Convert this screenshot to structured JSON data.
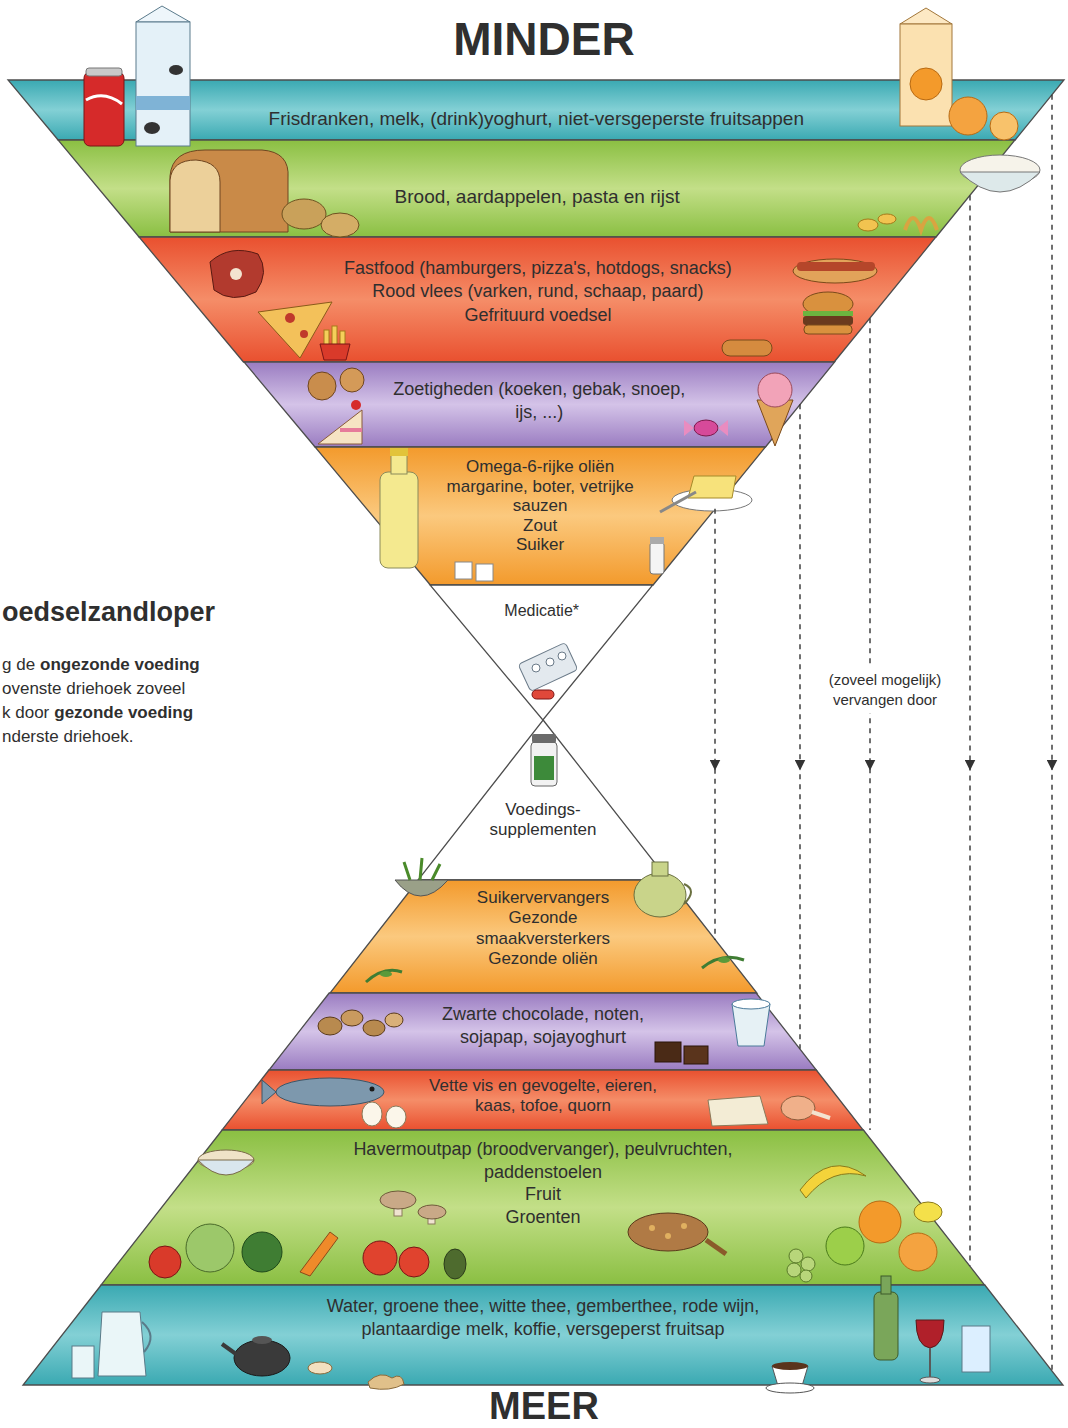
{
  "diagram": {
    "nodes": [
      {
        "text": [
          "Frisdranken, melk, (drink)yoghurt, niet-versgeperste fruitsappen"
        ]
      },
      {
        "text": [
          "Brood, aardappelen, pasta en rijst"
        ]
      },
      {
        "text": [
          "Fastfood (hamburgers, pizza's, hotdogs, snacks)",
          "Rood vlees (varken, rund, schaap, paard)",
          "Gefrituurd voedsel"
        ]
      },
      {
        "text": [
          "Zoetigheden (koeken, gebak, snoep, ijs, ...)"
        ]
      },
      {
        "text": [
          "Omega-6-rijke oliën margarine, boter, vetrijke sauzen",
          "Zout",
          "Suiker"
        ]
      },
      {
        "text": [
          "Medicatie*"
        ]
      },
      {
        "text": [
          "Voedings- supplementen"
        ]
      },
      {
        "text": [
          "Suikervervangers",
          "Gezonde smaakversterkers",
          "Gezonde oliën"
        ]
      },
      {
        "text": [
          "Zwarte chocolade, noten, sojapap, sojayoghurt"
        ]
      },
      {
        "text": [
          "Vette vis en gevogelte, eieren, kaas, tofoe, quorn"
        ]
      },
      {
        "text": [
          "Havermoutpap (broodvervanger), peulvruchten, paddenstoelen",
          "Fruit",
          "Groenten"
        ]
      },
      {
        "text": [
          "Water, groene thee, witte thee, gemberthee, rode wijn, plantaardige melk, koffie, versgeperst fruitsap"
        ]
      }
    ],
    "edges": [
      {
        "from": 0,
        "to": 11,
        "arrow": "to"
      },
      {
        "from": 1,
        "to": 10,
        "arrow": "to"
      },
      {
        "from": 2,
        "to": 9,
        "arrow": "to"
      },
      {
        "from": 3,
        "to": 8,
        "arrow": "to"
      },
      {
        "from": 4,
        "to": 7,
        "arrow": "to"
      }
    ],
    "labels": [
      "MINDER",
      "oedselzandloper",
      "g de",
      "ongezonde voeding",
      "ovenste driehoek zoveel",
      "k door",
      "gezonde voeding",
      "nderste driehoek.",
      "(zoveel mogelijk) vervangen door",
      "MEER"
    ]
  }
}
